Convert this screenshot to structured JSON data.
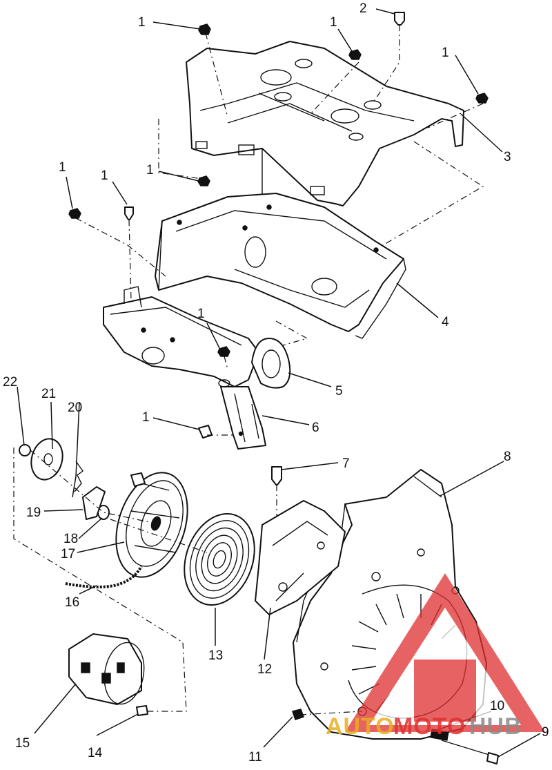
{
  "labels": [
    {
      "id": "1a",
      "text": "1"
    },
    {
      "id": "1b",
      "text": "1"
    },
    {
      "id": "1c",
      "text": "1"
    },
    {
      "id": "1d",
      "text": "1"
    },
    {
      "id": "1e",
      "text": "1"
    },
    {
      "id": "1f",
      "text": "1"
    },
    {
      "id": "1g",
      "text": "1"
    },
    {
      "id": "1h",
      "text": "1"
    },
    {
      "id": "2",
      "text": "2"
    },
    {
      "id": "3",
      "text": "3"
    },
    {
      "id": "4",
      "text": "4"
    },
    {
      "id": "5",
      "text": "5"
    },
    {
      "id": "6",
      "text": "6"
    },
    {
      "id": "7",
      "text": "7"
    },
    {
      "id": "8",
      "text": "8"
    },
    {
      "id": "9",
      "text": "9"
    },
    {
      "id": "10",
      "text": "10"
    },
    {
      "id": "11",
      "text": "11"
    },
    {
      "id": "12",
      "text": "12"
    },
    {
      "id": "13",
      "text": "13"
    },
    {
      "id": "14",
      "text": "14"
    },
    {
      "id": "15",
      "text": "15"
    },
    {
      "id": "16",
      "text": "16"
    },
    {
      "id": "17",
      "text": "17"
    },
    {
      "id": "18",
      "text": "18"
    },
    {
      "id": "19",
      "text": "19"
    },
    {
      "id": "20",
      "text": "20"
    },
    {
      "id": "21",
      "text": "21"
    },
    {
      "id": "22",
      "text": "22"
    }
  ],
  "watermark": {
    "part1": "AUTO",
    "part2": "MOTO",
    "part3": "HUB",
    "colors": {
      "red": "#e03030",
      "gold": "#e8b020",
      "gray": "#8a8a8a"
    }
  }
}
